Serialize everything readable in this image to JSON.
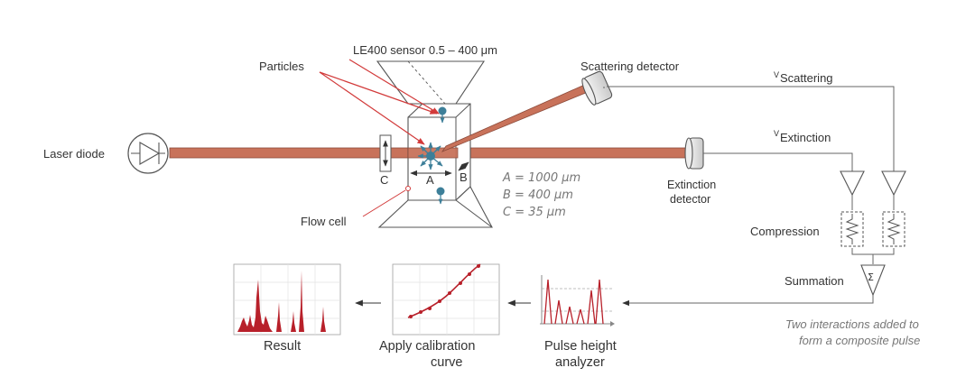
{
  "labels": {
    "particles": "Particles",
    "sensor": "LE400 sensor 0.5 – 400 μm",
    "scattering_detector": "Scattering detector",
    "laser_diode": "Laser diode",
    "flow_cell": "Flow cell",
    "extinction_detector_line1": "Extinction",
    "extinction_detector_line2": "detector",
    "v_scattering_prefix": "V",
    "v_scattering_sub": "Scattering",
    "v_extinction_prefix": "V",
    "v_extinction_sub": "Extinction",
    "compression": "Compression",
    "summation": "Summation",
    "summation_symbol": "Σ",
    "note_line1": "Two interactions added to",
    "note_line2": "form a composite pulse",
    "dim_a": "A",
    "dim_b": "B",
    "dim_c": "C",
    "dim_a_value": "A = 1000 μm",
    "dim_b_value": "B = 400 μm",
    "dim_c_value": "C = 35 μm",
    "result": "Result",
    "apply_calibration_line1": "Apply calibration",
    "apply_calibration_line2": "curve",
    "pulse_height_line1": "Pulse height",
    "pulse_height_line2": "analyzer"
  },
  "colors": {
    "beam": "#c8725a",
    "beam_edge": "#8b4a3a",
    "particle": "#3d7f99",
    "pointer": "#d23a3a",
    "chart_red": "#b8202a"
  }
}
